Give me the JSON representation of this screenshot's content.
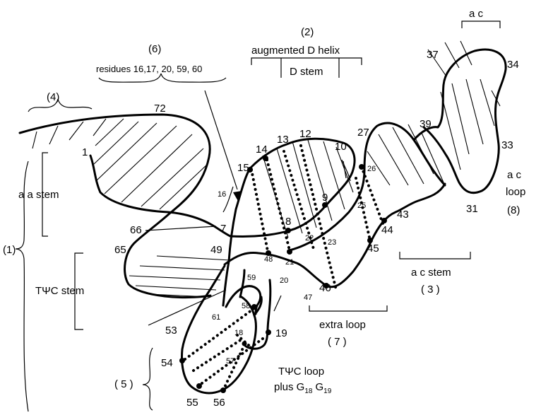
{
  "labels": {
    "group1": "(1)",
    "aa_stem": "a a stem",
    "tpc_stem": "TΨC stem",
    "group4": "(4)",
    "group6": "(6)",
    "residues": "residues 16,17, 20, 59, 60",
    "group2": "(2)",
    "augmented": "augmented D helix",
    "d_stem": "D stem",
    "ac_top": "a c",
    "ac_loop_1": "a c",
    "ac_loop_2": "loop",
    "ac_loop_3": "(8)",
    "ac_stem": "a c stem",
    "group3": "( 3 )",
    "extra_loop": "extra loop",
    "group7": "( 7 )",
    "group5": "( 5 )",
    "tpc_loop_1": "TΨC loop",
    "tpc_loop_2": "plus G",
    "sub18": "18",
    "g_char": "G",
    "sub19": "19"
  },
  "residues": {
    "r72": "72",
    "r1": "1",
    "r14": "14",
    "r13": "13",
    "r12": "12",
    "r10": "10",
    "r15": "15",
    "r16": "16",
    "r7": "7",
    "r8": "8",
    "r9": "9",
    "r66": "66",
    "r65": "65",
    "r49": "49",
    "r48": "48",
    "r22": "22",
    "r23": "23",
    "r21": "21",
    "r46": "46",
    "r47": "47",
    "r20": "20",
    "r59": "59",
    "r58": "58",
    "r61": "61",
    "r53": "53",
    "r18": "18",
    "r19": "19",
    "r57": "57",
    "r54": "54",
    "r55": "55",
    "r56": "56",
    "r27": "27",
    "r26": "26",
    "r25": "25",
    "r43": "43",
    "r44": "44",
    "r45": "45",
    "r39": "39",
    "r37": "37",
    "r34": "34",
    "r33": "33",
    "r31": "31"
  }
}
